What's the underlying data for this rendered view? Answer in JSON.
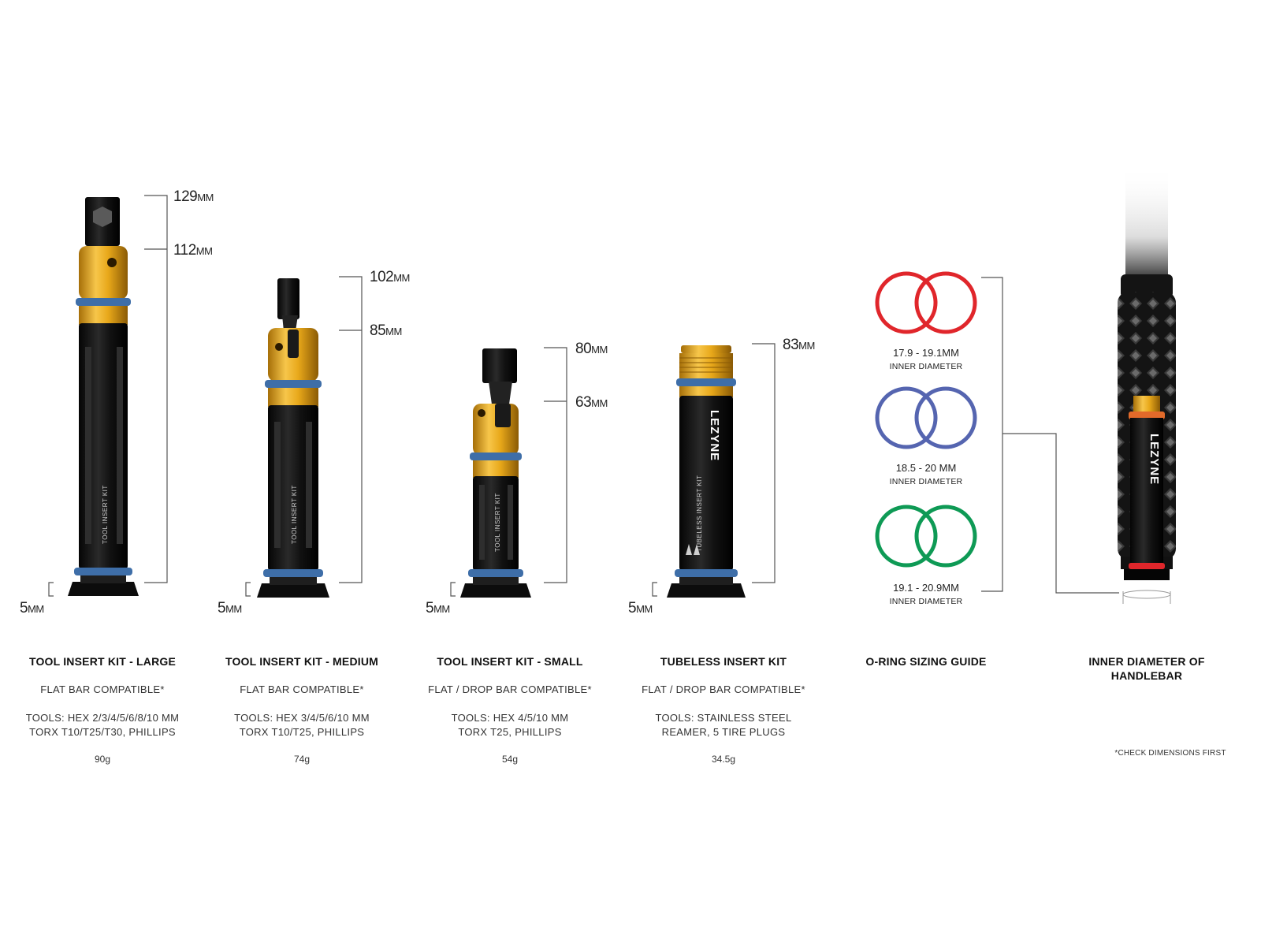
{
  "products": [
    {
      "title": "TOOL INSERT KIT - LARGE",
      "compat": "FLAT BAR COMPATIBLE*",
      "tools_line1": "TOOLS: HEX 2/3/4/5/6/8/10 MM",
      "tools_line2": "TORX T10/T25/T30, PHILLIPS",
      "weight": "90g",
      "dim_top": "129",
      "dim_mid": "112",
      "dim_base": "5",
      "tool_label": "TOOL INSERT KIT"
    },
    {
      "title": "TOOL INSERT KIT - MEDIUM",
      "compat": "FLAT BAR COMPATIBLE*",
      "tools_line1": "TOOLS: HEX 3/4/5/6/10 MM",
      "tools_line2": "TORX T10/T25, PHILLIPS",
      "weight": "74g",
      "dim_top": "102",
      "dim_mid": "85",
      "dim_base": "5",
      "tool_label": "TOOL INSERT KIT"
    },
    {
      "title": "TOOL INSERT KIT - SMALL",
      "compat": "FLAT / DROP BAR COMPATIBLE*",
      "tools_line1": "TOOLS: HEX 4/5/10 MM",
      "tools_line2": "TORX T25, PHILLIPS",
      "weight": "54g",
      "dim_top": "80",
      "dim_mid": "63",
      "dim_base": "5",
      "tool_label": "TOOL INSERT KIT"
    },
    {
      "title": "TUBELESS INSERT KIT",
      "compat": "FLAT / DROP BAR COMPATIBLE*",
      "tools_line1": "TOOLS: STAINLESS STEEL",
      "tools_line2": "REAMER, 5 TIRE PLUGS",
      "weight": "34.5g",
      "dim_top": "83",
      "dim_base": "5",
      "tool_label": "TUBELESS INSERT KIT",
      "brand": "LEZYNE"
    }
  ],
  "unit": "MM",
  "oring_guide": {
    "title": "O-RING SIZING GUIDE",
    "rings": [
      {
        "color": "#e0262b",
        "range": "17.9 - 19.1MM",
        "caption": "INNER DIAMETER"
      },
      {
        "color": "#5565b0",
        "range": "18.5 - 20 MM",
        "caption": "INNER DIAMETER"
      },
      {
        "color": "#0e9a55",
        "range": "19.1 - 20.9MM",
        "caption": "INNER DIAMETER"
      }
    ]
  },
  "handlebar": {
    "title": "INNER DIAMETER OF\nHANDLEBAR",
    "brand": "LEZYNE"
  },
  "footnote": "*CHECK DIMENSIONS FIRST",
  "colors": {
    "gold": "#e8a81a",
    "black": "#111111",
    "oring_blue": "#3e6ea8",
    "line": "#555555"
  }
}
